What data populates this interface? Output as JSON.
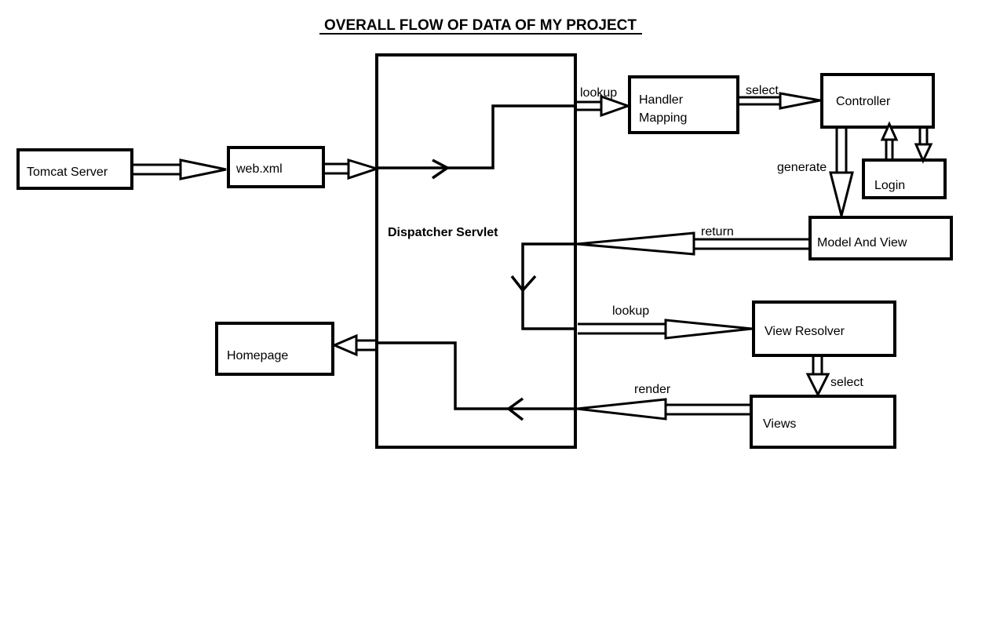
{
  "diagram": {
    "title": "OVERALL FLOW OF DATA OF MY PROJECT",
    "nodes": {
      "tomcat": "Tomcat Server",
      "webxml": "web.xml",
      "dispatcher": "Dispatcher Servlet",
      "handler_line1": "Handler",
      "handler_line2": "Mapping",
      "controller": "Controller",
      "login": "Login",
      "model_and_view": "Model And View",
      "view_resolver": "View Resolver",
      "views": "Views",
      "homepage": "Homepage"
    },
    "edges": {
      "lookup_handler": "lookup",
      "select_controller": "select",
      "generate": "generate",
      "return": "return",
      "lookup_resolver": "lookup",
      "select_views": "select",
      "render": "render"
    }
  }
}
